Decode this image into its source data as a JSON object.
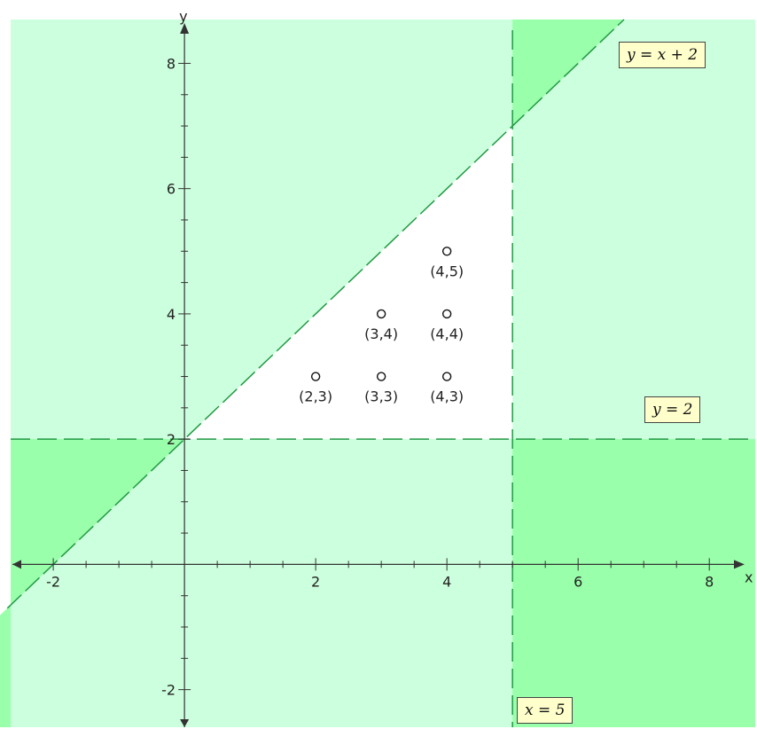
{
  "chart_data": {
    "type": "scatter",
    "title": "",
    "xlabel": "x",
    "ylabel": "y",
    "xlim": [
      -2.65,
      8.7
    ],
    "ylim": [
      -2.6,
      8.7
    ],
    "x_ticks": [
      -2,
      2,
      4,
      6,
      8
    ],
    "y_ticks": [
      -2,
      2,
      4,
      6,
      8
    ],
    "x_minor_step": 0.5,
    "y_minor_step": 0.5,
    "grid": false,
    "boundary_lines": [
      {
        "label": "y = x + 2",
        "kind": "line",
        "slope": 1,
        "intercept": 2,
        "style": "dashed"
      },
      {
        "label": "y = 2",
        "kind": "horizontal",
        "value": 2,
        "style": "dashed"
      },
      {
        "label": "x = 5",
        "kind": "vertical",
        "value": 5,
        "style": "dashed"
      }
    ],
    "points": [
      {
        "x": 4,
        "y": 5,
        "label": "(4,5)"
      },
      {
        "x": 3,
        "y": 4,
        "label": "(3,4)"
      },
      {
        "x": 4,
        "y": 4,
        "label": "(4,4)"
      },
      {
        "x": 2,
        "y": 3,
        "label": "(2,3)"
      },
      {
        "x": 3,
        "y": 3,
        "label": "(3,3)"
      },
      {
        "x": 4,
        "y": 3,
        "label": "(4,3)"
      }
    ],
    "colors": {
      "shade_light": "#ccffdd",
      "shade_dark": "#99ffaa",
      "boundary": "#229944",
      "axis": "#333333",
      "feasible": "#ffffff"
    }
  }
}
